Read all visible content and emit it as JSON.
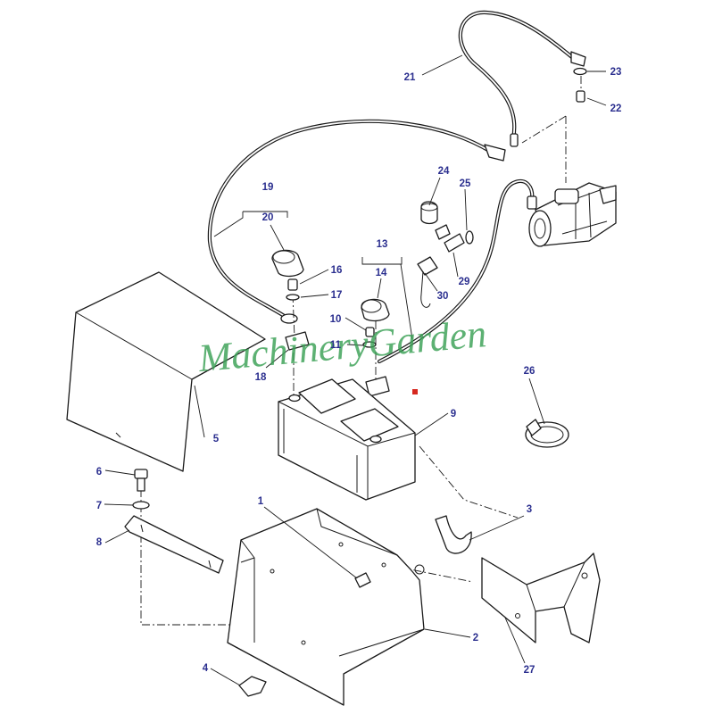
{
  "watermark": "MachineryGarden",
  "colors": {
    "callout": "#2b2f8f",
    "watermark": "#3aa055",
    "marker": "#d6281f",
    "line": "#1a1a1a"
  },
  "callouts": {
    "c1": "1",
    "c2": "2",
    "c3": "3",
    "c4": "4",
    "c5": "5",
    "c6": "6",
    "c7": "7",
    "c8": "8",
    "c9": "9",
    "c10": "10",
    "c11": "11",
    "c13": "13",
    "c14": "14",
    "c16": "16",
    "c17": "17",
    "c18": "18",
    "c19": "19",
    "c20": "20",
    "c21": "21",
    "c22": "22",
    "c23": "23",
    "c24": "24",
    "c25": "25",
    "c26": "26",
    "c27": "27",
    "c29": "29",
    "c30": "30"
  }
}
